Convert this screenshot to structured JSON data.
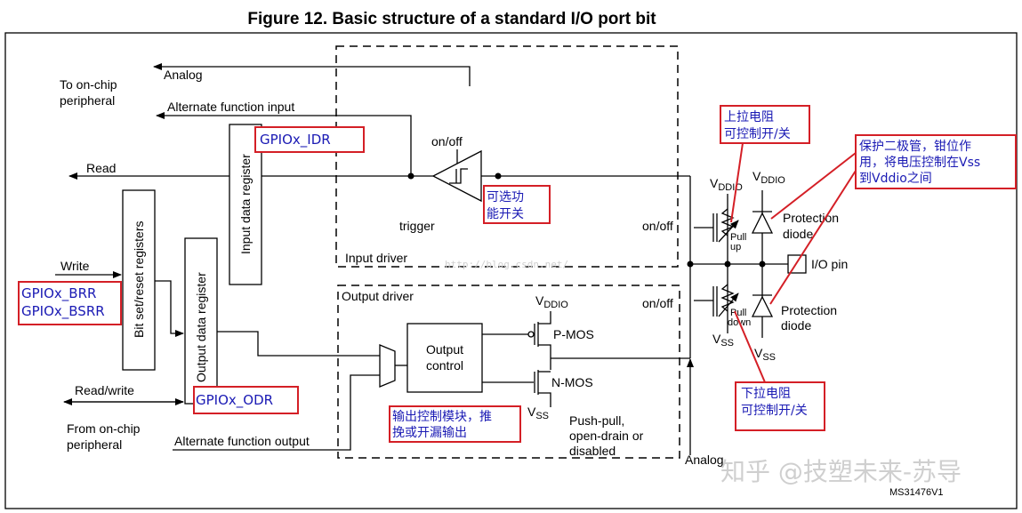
{
  "title": "Figure 12. Basic structure of a standard I/O port bit",
  "labels": {
    "analog_top": "Analog",
    "to_onchip_1": "To on-chip",
    "to_onchip_2": "peripheral",
    "alt_func_input": "Alternate function input",
    "read": "Read",
    "on_off_trigger": "on/off",
    "trigger": "trigger",
    "input_data_register": "Input data register",
    "bit_set_reset": "Bit set/reset registers",
    "output_data_register": "Output data register",
    "write": "Write",
    "read_write": "Read/write",
    "from_onchip_1": "From on-chip",
    "from_onchip_2": "peripheral",
    "alt_func_output": "Alternate function output",
    "input_driver": "Input driver",
    "output_driver": "Output driver",
    "output_control_1": "Output",
    "output_control_2": "control",
    "vddio": "V",
    "vddio_sub": "DDIO",
    "vss": "V",
    "vss_sub": "SS",
    "pmos": "P-MOS",
    "nmos": "N-MOS",
    "push_pull_1": "Push-pull,",
    "push_pull_2": "open-drain or",
    "push_pull_3": "disabled",
    "analog_bottom": "Analog",
    "on_off_up": "on/off",
    "on_off_down": "on/off",
    "pull_up_1": "Pull",
    "pull_up_2": "up",
    "pull_down_1": "Pull",
    "pull_down_2": "down",
    "protection_diode_1": "Protection",
    "protection_diode_2": "diode",
    "io_pin": "I/O pin",
    "figure_code": "MS31476V1"
  },
  "annotations": {
    "gpio_idr": "GPIOx_IDR",
    "gpio_brr": "GPIOx_BRR",
    "gpio_bsrr": "GPIOx_BSRR",
    "gpio_odr": "GPIOx_ODR",
    "optional_1": "可选功",
    "optional_2": "能开关",
    "pullup_note_1": "上拉电阻",
    "pullup_note_2": "可控制开/关",
    "pulldown_note_1": "下拉电阻",
    "pulldown_note_2": "可控制开/关",
    "protect_note_1": "保护二极管，钳位作",
    "protect_note_2": "用，将电压控制在Vss",
    "protect_note_3": "到Vddio之间",
    "output_note_1": "输出控制模块，推",
    "output_note_2": "挽或开漏输出"
  },
  "watermarks": {
    "url": "http://blog.csdn.net/",
    "zhihu": "知乎 @技塑未来-苏导"
  },
  "colors": {
    "annotation_text": "#1a1ab4",
    "annotation_border": "#d41f26"
  }
}
